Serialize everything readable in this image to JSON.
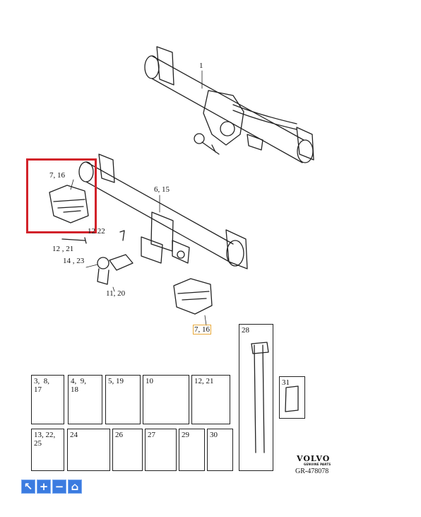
{
  "callouts": {
    "c1": "1",
    "c6_15": "6, 15",
    "c7_16_top": "7, 16",
    "c7_16_bottom": "7, 16",
    "c12_22": "12  22",
    "c12_21": "12 , 21",
    "c14_23": "14 , 23",
    "c11_20": "11, 20"
  },
  "parts_boxes": [
    {
      "label": "3,  8,\n17"
    },
    {
      "label": "4,  9,\n18"
    },
    {
      "label": "5, 19"
    },
    {
      "label": "10"
    },
    {
      "label": "12, 21"
    },
    {
      "label": "13, 22,\n25"
    },
    {
      "label": "24"
    },
    {
      "label": "26"
    },
    {
      "label": "27"
    },
    {
      "label": "29"
    },
    {
      "label": "30"
    },
    {
      "label": "28"
    },
    {
      "label": "31"
    }
  ],
  "brand": {
    "name": "VOLVO",
    "tagline": "GENUINE PARTS"
  },
  "drawing_code": "GR-478078",
  "highlight_color": "#d2222a",
  "toolbar": [
    {
      "icon": "pointer-icon",
      "glyph": "↖"
    },
    {
      "icon": "zoom-in-icon",
      "glyph": "+"
    },
    {
      "icon": "zoom-out-icon",
      "glyph": "−"
    },
    {
      "icon": "home-icon",
      "glyph": "⌂"
    }
  ]
}
